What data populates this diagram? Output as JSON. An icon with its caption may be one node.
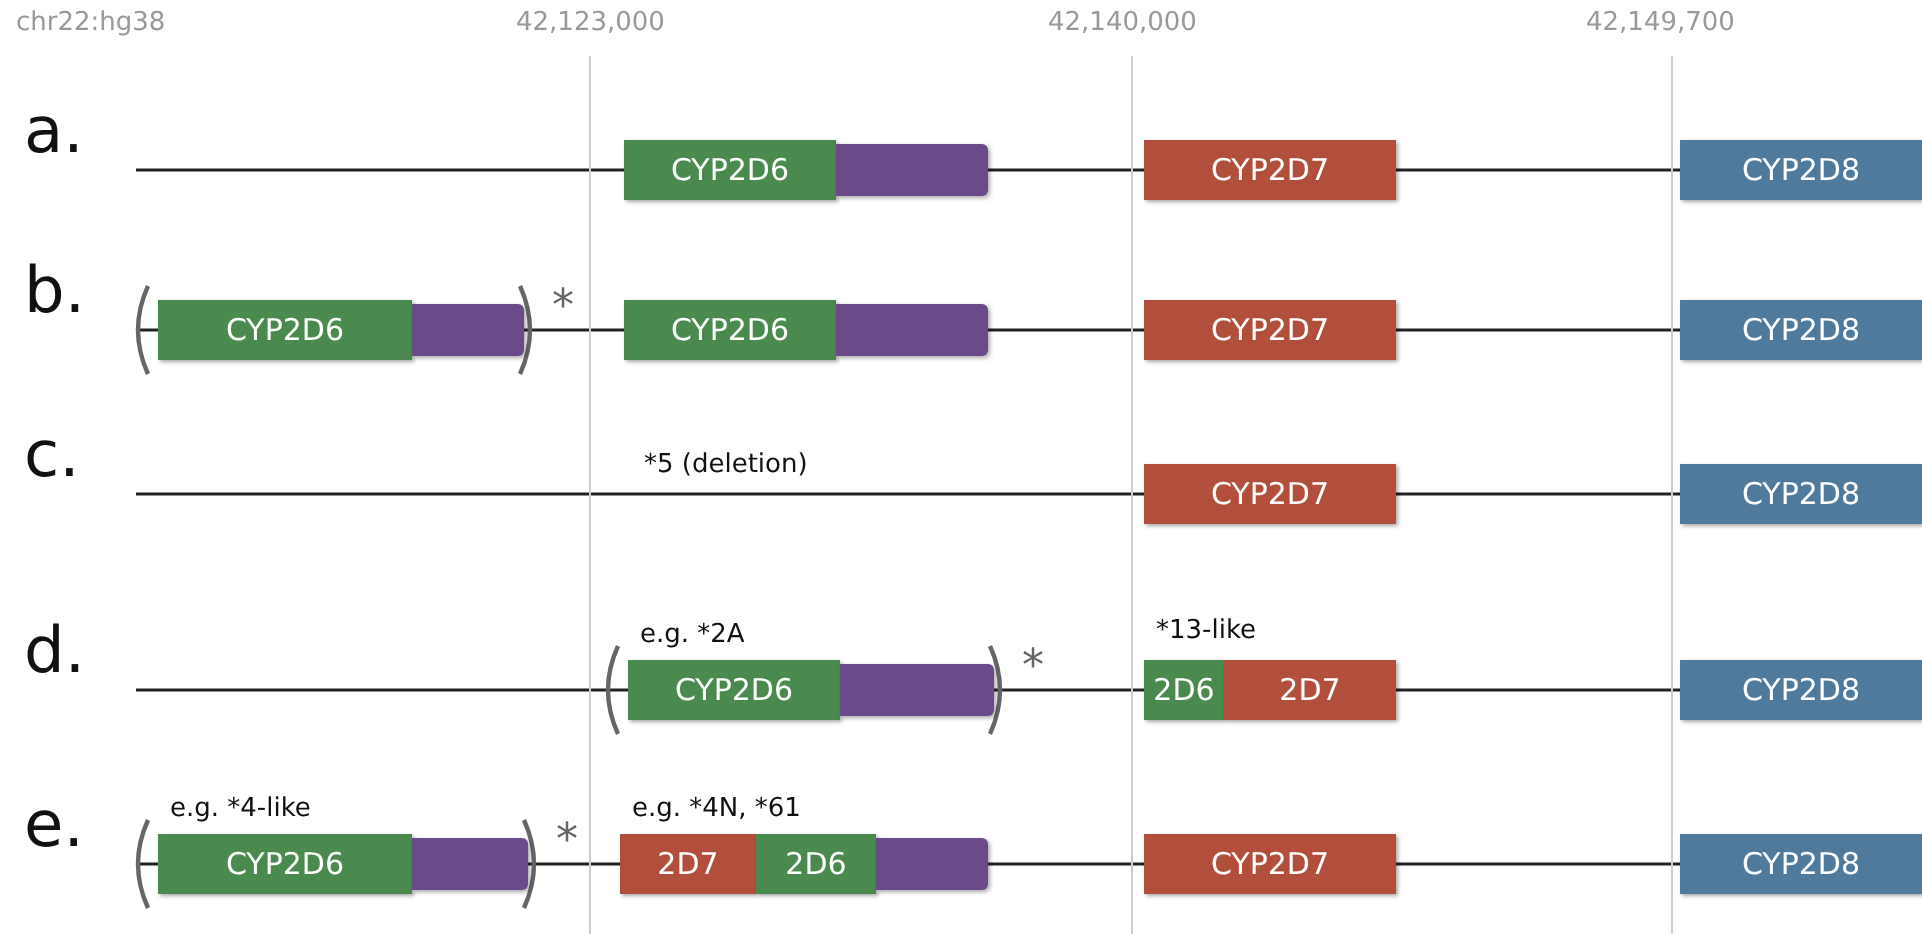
{
  "diagram": {
    "nodes": [
      {
        "text": [
          "CYP2D6"
        ]
      },
      {
        "text": [],
        "shape": "bar"
      },
      {
        "text": [
          "CYP2D7"
        ]
      },
      {
        "text": [
          "CYP2D8"
        ]
      },
      {
        "text": [
          "CYP2D6"
        ]
      },
      {
        "text": [],
        "shape": "bar"
      },
      {
        "text": [
          "CYP2D6"
        ]
      },
      {
        "text": [],
        "shape": "bar"
      },
      {
        "text": [
          "CYP2D7"
        ]
      },
      {
        "text": [
          "CYP2D8"
        ]
      },
      {
        "text": [
          "CYP2D7"
        ]
      },
      {
        "text": [
          "CYP2D8"
        ]
      },
      {
        "text": [
          "CYP2D6"
        ],
        "beside": [
          "e.g. *2A"
        ]
      },
      {
        "text": [],
        "shape": "bar"
      },
      {
        "text": [
          "2D6"
        ]
      },
      {
        "text": [
          "2D7"
        ]
      },
      {
        "text": [
          "CYP2D8"
        ]
      },
      {
        "text": [
          "CYP2D6"
        ],
        "beside": [
          "e.g. *4-like"
        ]
      },
      {
        "text": [],
        "shape": "bar"
      },
      {
        "text": [
          "2D7"
        ]
      },
      {
        "text": [
          "2D6"
        ]
      },
      {
        "text": [],
        "shape": "bar"
      },
      {
        "text": [
          "CYP2D7"
        ]
      },
      {
        "text": [
          "CYP2D8"
        ]
      }
    ],
    "labels": [
      "chr22:hg38",
      "42,123,000",
      "42,140,000",
      "42,149,700",
      "a.",
      "b.",
      "*",
      "c.",
      "*5 (deletion)",
      "d.",
      "*13-like",
      "*",
      "e.",
      "e.g. *4N, *61",
      "*"
    ]
  }
}
